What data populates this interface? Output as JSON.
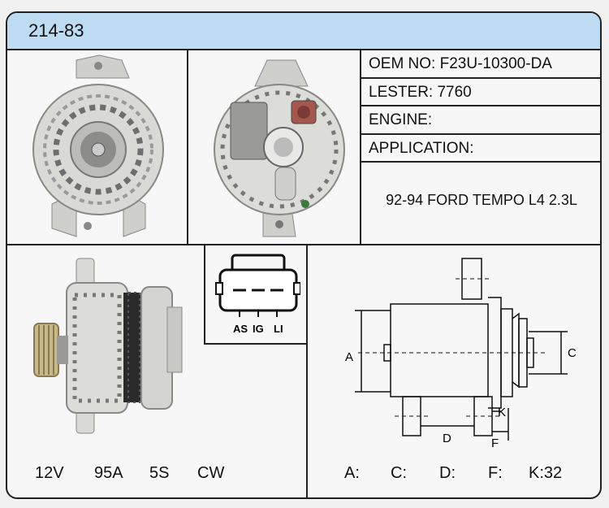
{
  "header": {
    "part_number": "214-83"
  },
  "specs_table": {
    "oem_no": "OEM NO:  F23U-10300-DA",
    "lester": "LESTER:  7760",
    "engine": "ENGINE:",
    "application_label": "APPLICATION:",
    "application_value": "92-94 FORD TEMPO L4 2.3L"
  },
  "connector": {
    "pins": [
      "AS",
      "IG",
      "LI"
    ]
  },
  "electrical": {
    "voltage": "12V",
    "amperage": "95A",
    "grooves": "5S",
    "rotation": "CW"
  },
  "dimensions": {
    "labels": {
      "a": "A",
      "c": "C",
      "d": "D",
      "f": "F",
      "k": "K"
    },
    "values": {
      "a": "A:",
      "c": "C:",
      "d": "D:",
      "f": "F:",
      "k": "K:32"
    }
  },
  "colors": {
    "header_bg": "#bddcf2",
    "border": "#222222",
    "metal": "#d9d9d6"
  }
}
